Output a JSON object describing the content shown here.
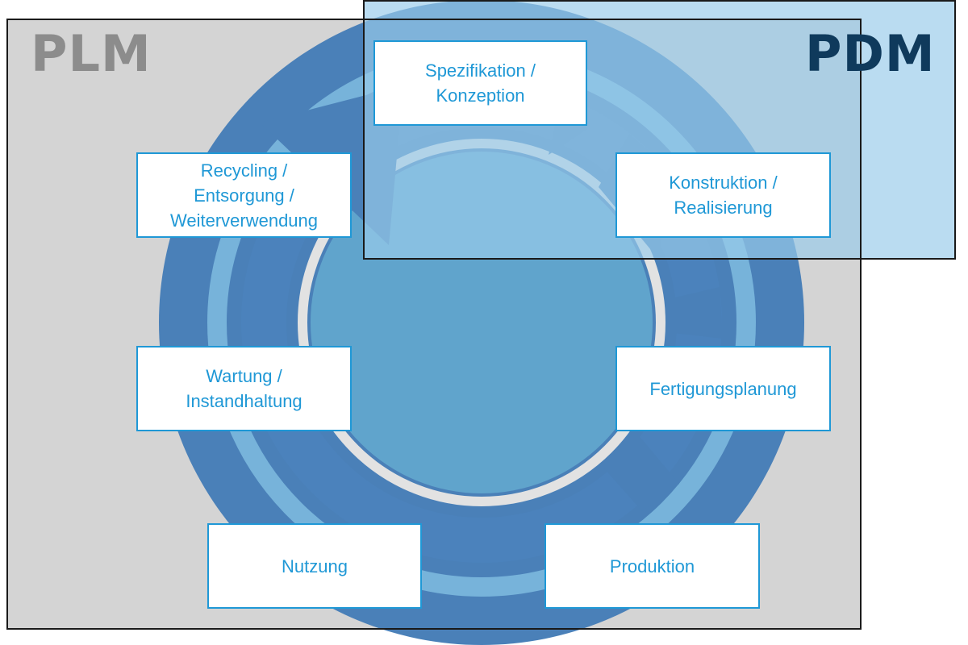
{
  "regions": {
    "plm": {
      "label": "PLM",
      "color": "#8c8c8c",
      "fill": "#d4d4d4"
    },
    "pdm": {
      "label": "PDM",
      "color": "#0f3a5c",
      "fill": "#99cbea"
    }
  },
  "stages": [
    {
      "id": "spezifikation",
      "label": "Spezifikation /\nKonzeption"
    },
    {
      "id": "konstruktion",
      "label": "Konstruktion /\nRealisierung"
    },
    {
      "id": "fertigungsplanung",
      "label": "Fertigungsplanung"
    },
    {
      "id": "produktion",
      "label": "Produktion"
    },
    {
      "id": "nutzung",
      "label": "Nutzung"
    },
    {
      "id": "wartung",
      "label": "Wartung /\nInstandhaltung"
    },
    {
      "id": "recycling",
      "label": "Recycling /\nEntsorgung /\nWeiterverwendung"
    }
  ],
  "colors": {
    "stage_border": "#1f98d6",
    "stage_text": "#1f98d6",
    "ring_outer": "#4a80b8",
    "ring_inner": "#60a4cc"
  }
}
